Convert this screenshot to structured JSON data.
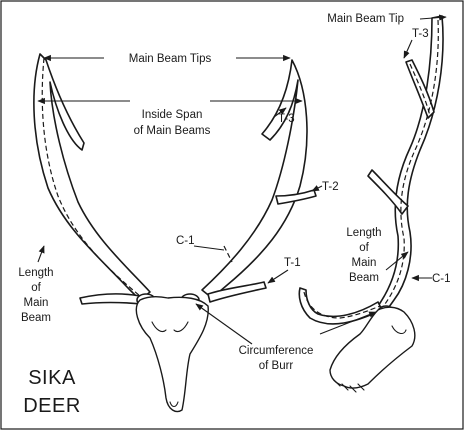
{
  "labels": {
    "main_beam_tips": "Main Beam Tips",
    "main_beam_tip": "Main Beam Tip",
    "inside_span_line1": "Inside Span",
    "inside_span_line2": "of Main Beams",
    "t3_front": "T-3",
    "t3_side": "T-3",
    "t2_side": "T-2",
    "t1_front": "T-1",
    "c1_front": "C-1",
    "c1_side": "C-1",
    "length_front_line1": "Length",
    "length_front_line2": "of",
    "length_front_line3": "Main",
    "length_front_line4": "Beam",
    "length_side_line1": "Length",
    "length_side_line2": "of",
    "length_side_line3": "Main",
    "length_side_line4": "Beam",
    "circumference_line1": "Circumference",
    "circumference_line2": "of Burr",
    "species_line1": "SIKA",
    "species_line2": "DEER"
  }
}
